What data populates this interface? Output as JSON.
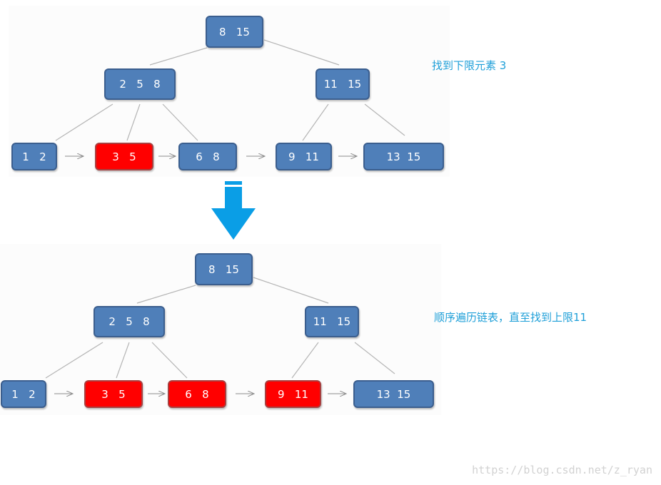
{
  "top_tree": {
    "root": "8   15",
    "left": "2   5   8",
    "right": "11   15",
    "leaves": [
      "1   2",
      "3   5",
      "6   8",
      "9   11",
      "13  15"
    ]
  },
  "top_note": "找到下限元素 3",
  "bottom_tree": {
    "root": "8   15",
    "left": "2   5   8",
    "right": "11   15",
    "leaves": [
      "1   2",
      "3   5",
      "6   8",
      "9   11",
      "13  15"
    ]
  },
  "bottom_note": "顺序遍历链表，直至找到上限11",
  "watermark": "https://blog.csdn.net/z_ryan",
  "colors": {
    "node_fill": "#4f7fb9",
    "node_border": "#3b5e8e",
    "highlight_fill": "#ff0000",
    "note_text": "#1e9fd8",
    "arrow_fill": "#0a9ee6"
  },
  "highlighted": {
    "top": [
      "3   5"
    ],
    "bottom": [
      "3   5",
      "6   8",
      "9   11"
    ]
  }
}
